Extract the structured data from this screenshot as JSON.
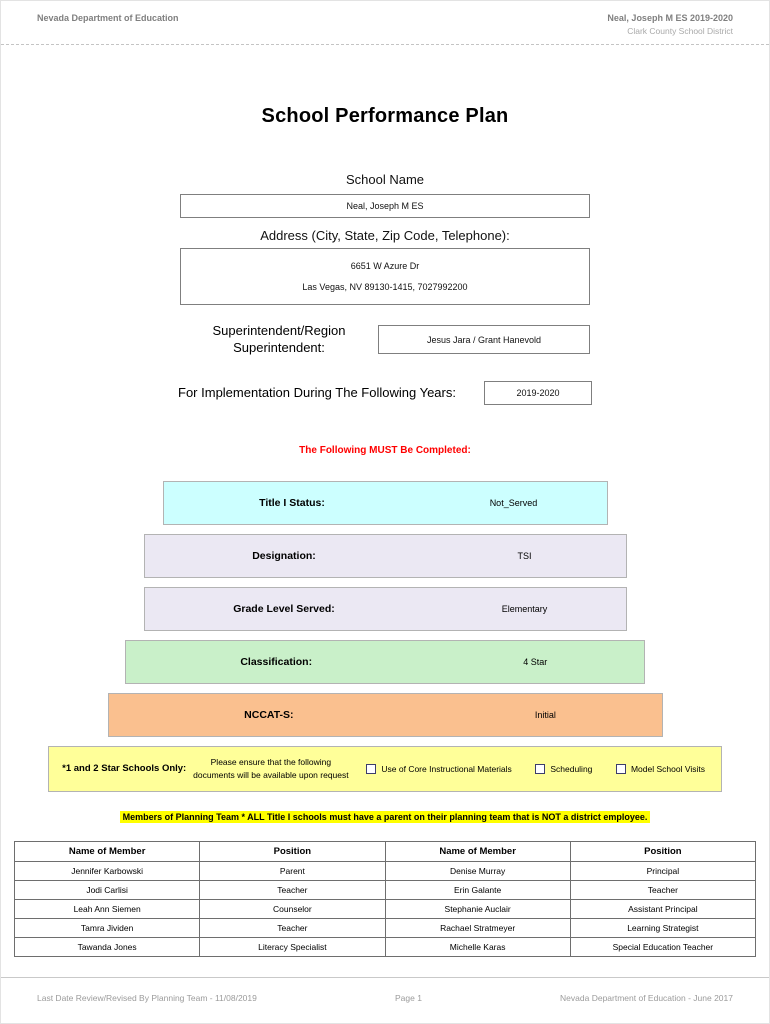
{
  "header": {
    "left": "Nevada Department of Education",
    "school_year": "Neal, Joseph M ES  2019-2020",
    "district": "Clark County School District"
  },
  "title": "School Performance Plan",
  "form": {
    "school_name_label": "School Name",
    "school_name_value": "Neal, Joseph M ES",
    "address_label": "Address (City, State, Zip Code, Telephone):",
    "address_line1": "6651 W Azure Dr",
    "address_line2": "Las Vegas, NV  89130-1415, 7027992200",
    "superintendent_label_line1": "Superintendent/Region",
    "superintendent_label_line2": "Superintendent:",
    "superintendent_value": "Jesus Jara / Grant Hanevold",
    "implementation_label": "For Implementation During The Following Years:",
    "implementation_value": "2019-2020"
  },
  "must_complete_note": "The Following MUST Be Completed:",
  "status_rows": [
    {
      "label": "Title I Status:",
      "value": "Not_Served",
      "color": "#ccffff"
    },
    {
      "label": "Designation:",
      "value": "TSI",
      "color": "#ebe8f3"
    },
    {
      "label": "Grade Level Served:",
      "value": "Elementary",
      "color": "#ebe8f3"
    },
    {
      "label": "Classification:",
      "value": "4 Star",
      "color": "#c9f0c9"
    },
    {
      "label": "NCCAT-S:",
      "value": "Initial",
      "color": "#fac08f"
    }
  ],
  "star_schools": {
    "label": "*1 and 2 Star Schools Only:",
    "note_line1": "Please ensure that the following",
    "note_line2": "documents will be available upon request",
    "checkboxes": [
      "Use of Core Instructional Materials",
      "Scheduling",
      "Model School Visits"
    ],
    "box_color": "#ffff99"
  },
  "planning_team_note": "Members of Planning Team * ALL Title I schools must have a parent on their planning team that is NOT a district employee.",
  "highlight_color": "#ffff00",
  "members_table": {
    "headers": [
      "Name of Member",
      "Position",
      "Name of Member",
      "Position"
    ],
    "rows": [
      [
        "Jennifer Karbowski",
        "Parent",
        "Denise Murray",
        "Principal"
      ],
      [
        "Jodi Carlisi",
        "Teacher",
        "Erin Galante",
        "Teacher"
      ],
      [
        "Leah Ann Siemen",
        "Counselor",
        "Stephanie Auclair",
        "Assistant Principal"
      ],
      [
        "Tamra Jividen",
        "Teacher",
        "Rachael Stratmeyer",
        "Learning Strategist"
      ],
      [
        "Tawanda Jones",
        "Literacy Specialist",
        "Michelle Karas",
        "Special Education Teacher"
      ]
    ]
  },
  "footer": {
    "left": "Last Date Review/Revised By Planning Team - 11/08/2019",
    "center": "Page 1",
    "right": "Nevada Department of Education - June 2017"
  }
}
